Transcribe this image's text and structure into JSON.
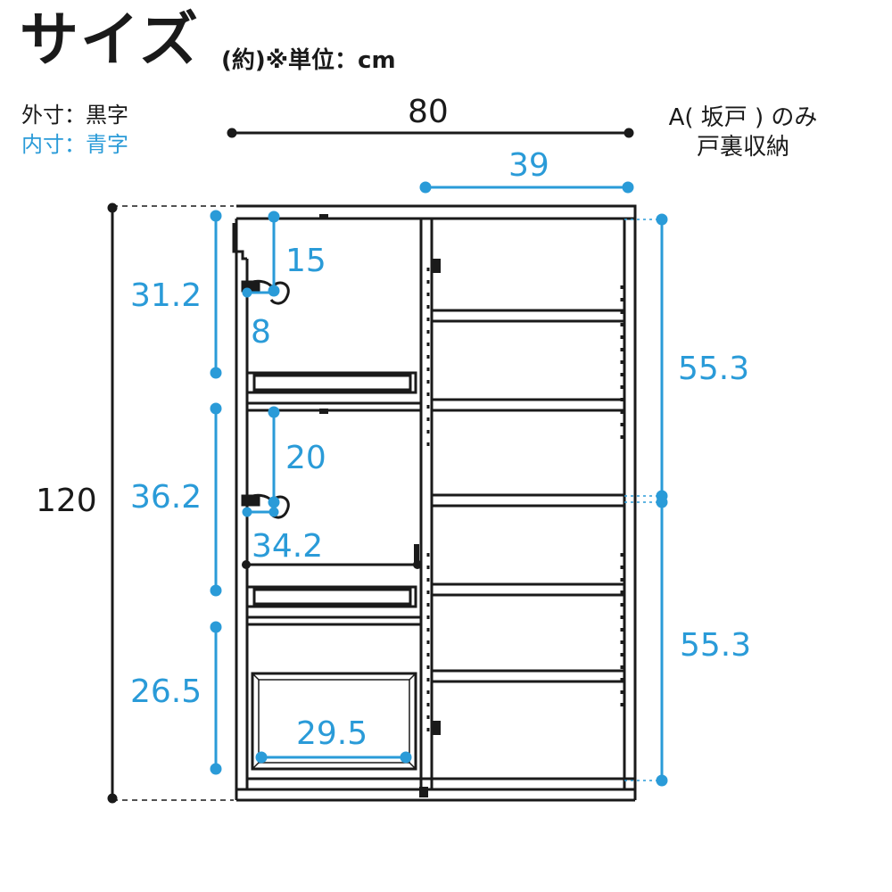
{
  "title": "サイズ",
  "unit_note": "(約)※単位：cm",
  "legend": {
    "outer": "外寸：黒字",
    "inner": "内寸：青字"
  },
  "side_note": {
    "line1": "A( 坂戸 ) のみ",
    "line2": "戸裏収納"
  },
  "dimensions": {
    "width_outer": "80",
    "width_right": "39",
    "height_outer": "120",
    "left_top": "31.2",
    "left_mid": "36.2",
    "left_bottom": "26.5",
    "hook1_vertical": "15",
    "hook1_horizontal": "8",
    "hook2_vertical": "20",
    "rod_width": "34.2",
    "drawer_width": "29.5",
    "right_upper": "55.3",
    "right_lower": "55.3"
  },
  "colors": {
    "outer_text": "#1a1a1a",
    "inner_text": "#2a9bd8"
  }
}
